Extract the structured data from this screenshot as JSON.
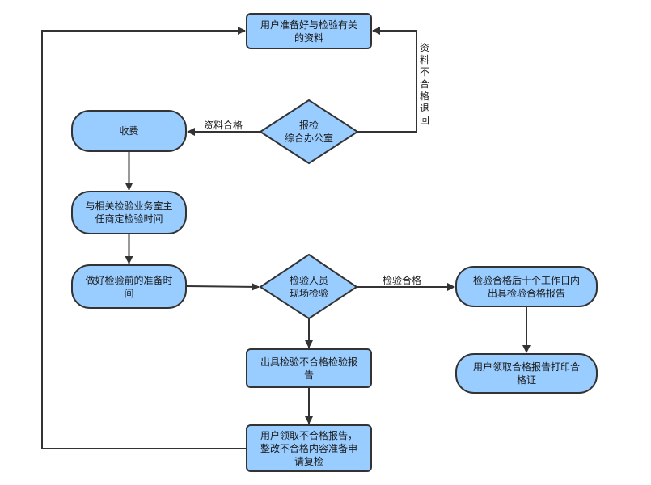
{
  "diagram": {
    "colors": {
      "fill": "#99ccff",
      "stroke": "#333333",
      "edge": "#333333"
    },
    "nodes": {
      "prepare_materials": "用户准备好与检验有关\n的资料",
      "submit_office": "报检\n综合办公室",
      "charge": "收费",
      "schedule": "与相关检验业务室主\n任商定检验时间",
      "prepare_time": "做好检验前的准备时\n间",
      "onsite_inspection": "检验人员\n现场检验",
      "fail_report": "出具检验不合格检验报\n告",
      "rectify": "用户领取不合格报告，\n整改不合格内容准备申\n请复检",
      "pass_report": "检验合格后十个工作日内\n出具检验合格报告",
      "collect_certificate": "用户领取合格报告打印合\n格证"
    },
    "edge_labels": {
      "materials_ok": "资料合格",
      "materials_rejected": "资料不合格退回",
      "inspection_passed": "检验合格"
    }
  }
}
